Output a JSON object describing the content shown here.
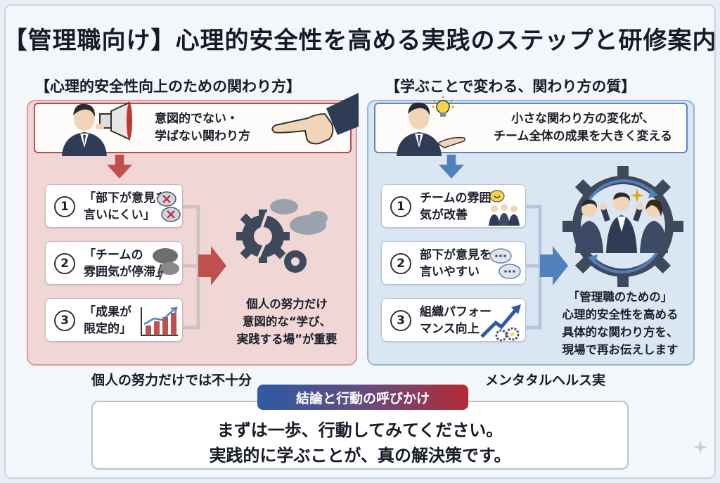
{
  "title": "【管理職向け】心理的安全性を高める実践のステップと研修案内",
  "left": {
    "heading": "【心理的安全性向上のための関わり方】",
    "banner": "意図的でない・\n学ばない関わり方",
    "steps": [
      {
        "num": "1",
        "text": "「部下が意見を\n言いにくい」"
      },
      {
        "num": "2",
        "text": "「チームの\n雰囲気が停滞」"
      },
      {
        "num": "3",
        "text": "「成果が\n限定的」"
      }
    ],
    "middle_text": "個人の努力だけ\n意図的な“学び、\n実践する場”が重要",
    "caption": "個人の努力だけでは不十分"
  },
  "right": {
    "heading": "【学ぶことで変わる、関わり方の質】",
    "banner": "小さな関わり方の変化が、\nチーム全体の成果を大きく変える",
    "steps": [
      {
        "num": "1",
        "text": "チームの雰囲\n気が改善"
      },
      {
        "num": "2",
        "text": "部下が意見を\n言いやすい"
      },
      {
        "num": "3",
        "text": "組織パフォー\nマンス向上"
      }
    ],
    "result_text": "「管理職のための」\n心理的安全性を高める\n具体的な関わり方を、\n現場で再お伝えします",
    "caption": "メンタタルヘルス実"
  },
  "conclusion": {
    "label": "結論と行動の呼びかけ",
    "line1": "まずは一歩、行動してみてください。",
    "line2": "実践的に学ぶことが、真の解決策です。"
  },
  "colors": {
    "red_panel": "#f1d6d6",
    "blue_panel": "#dbe6f3",
    "red_accent": "#c0504d",
    "blue_accent": "#4f81bd"
  },
  "icons": [
    "megaphone-icon",
    "pointing-hand-icon",
    "lightbulb-icon",
    "open-hand-icon",
    "cross-bubble-icon",
    "storm-cloud-icon",
    "rising-bar-chart-icon",
    "broken-gear-icon",
    "cloud-icon",
    "smile-bubble-icon",
    "team-icon",
    "speech-bubble-icon",
    "trend-arrow-icon",
    "gear-cycle-icon",
    "sparkle-icon"
  ]
}
